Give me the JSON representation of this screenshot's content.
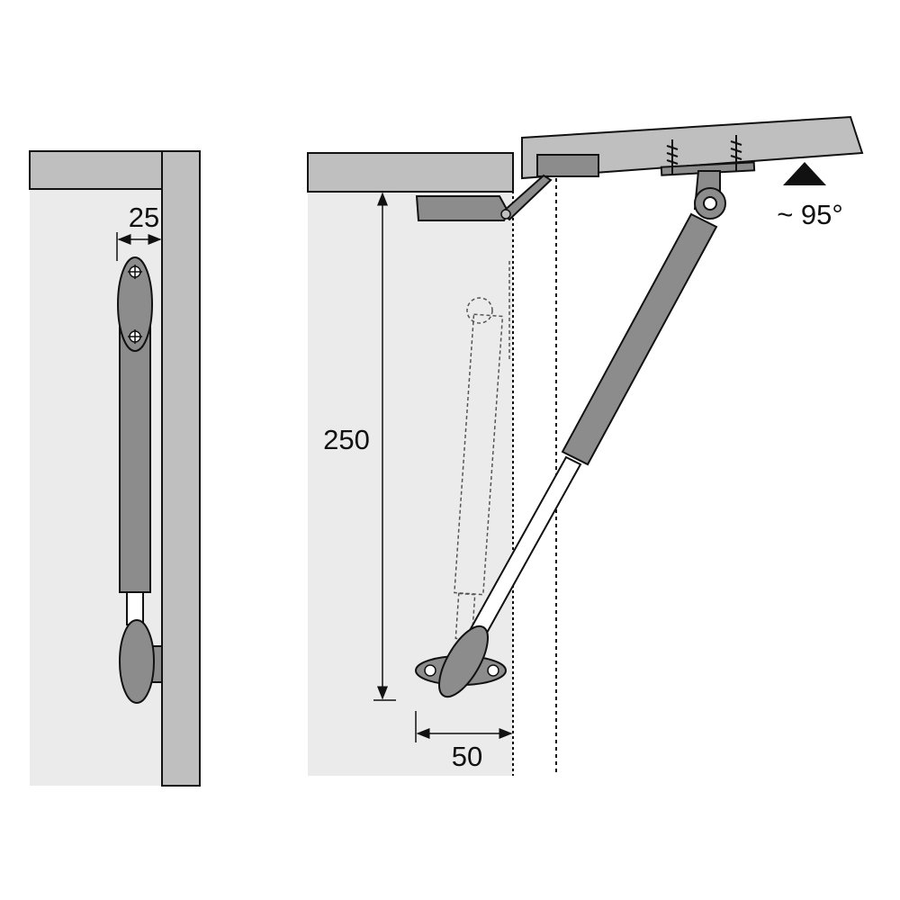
{
  "dimensions": {
    "offset_side": "25",
    "height": "250",
    "depth": "50",
    "opening_angle": "~ 95°"
  },
  "colors": {
    "panel": "#ebebeb",
    "board": "#bfbfbf",
    "strut": "#8c8c8c",
    "outline": "#111111"
  }
}
